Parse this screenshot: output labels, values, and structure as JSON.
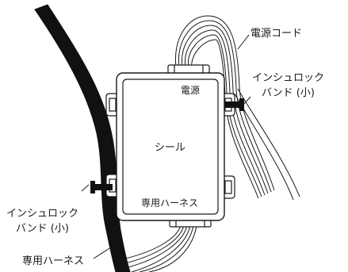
{
  "labels": {
    "power_cord": "電源コード",
    "cable_tie_right_line1": "インシュロック",
    "cable_tie_right_line2": "バンド (小)",
    "cable_tie_left_line1": "インシュロック",
    "cable_tie_left_line2": "バンド (小)",
    "harness_outside": "専用ハーネス",
    "box_power": "電源",
    "box_seal": "シール",
    "box_harness": "専用ハーネス"
  },
  "colors": {
    "line": "#1a1a1a",
    "background": "#ffffff",
    "box_fill": "#ffffff",
    "harness_fill": "#111111"
  }
}
